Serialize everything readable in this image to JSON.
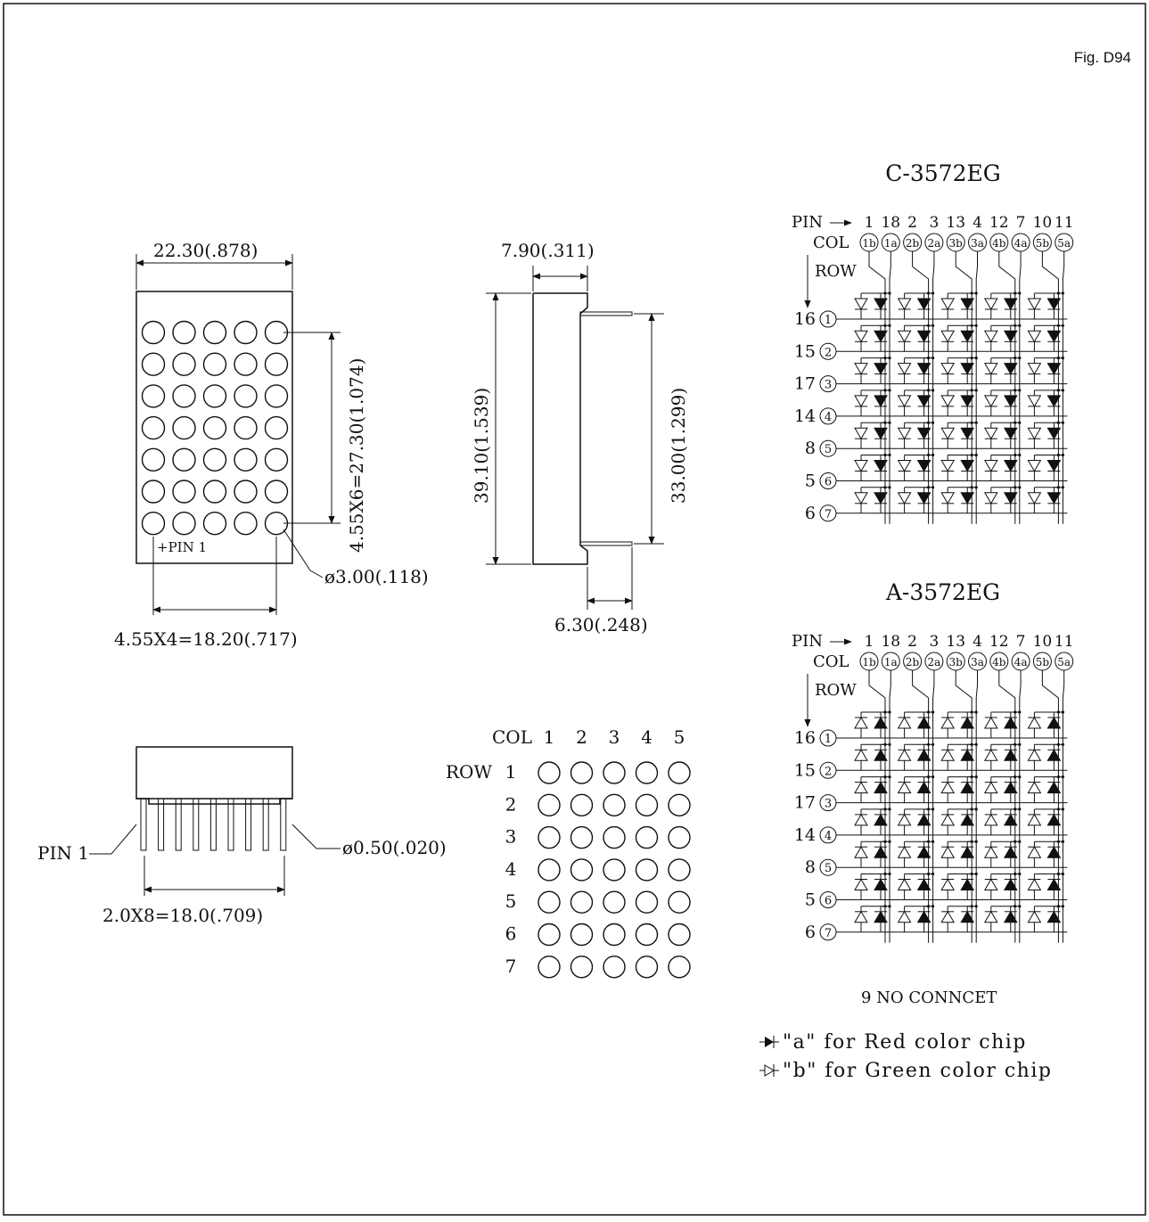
{
  "figure_label": "Fig. D94",
  "front_view": {
    "width_dim": "22.30(.878)",
    "height_dim": "4.55X6=27.30(1.074)",
    "pitch_dim": "4.55X4=18.20(.717)",
    "dot_dia": "ø3.00(.118)",
    "pin1_label": "+PIN 1"
  },
  "side_view": {
    "depth_dim": "7.90(.311)",
    "height_dim": "39.10(1.539)",
    "pin_span_dim": "33.00(1.299)",
    "pin_len_dim": "6.30(.248)"
  },
  "bottom_view": {
    "pin1_label": "PIN 1",
    "pin_dia": "ø0.50(.020)",
    "pitch_dim": "2.0X8=18.0(.709)"
  },
  "matrix": {
    "col_label": "COL",
    "row_label": "ROW",
    "cols": [
      "1",
      "2",
      "3",
      "4",
      "5"
    ],
    "rows": [
      "1",
      "2",
      "3",
      "4",
      "5",
      "6",
      "7"
    ]
  },
  "schematics": [
    {
      "title": "C-3572EG",
      "pin_label": "PIN",
      "col_label": "COL",
      "row_label": "ROW",
      "col_pins": [
        "1",
        "18",
        "2",
        "3",
        "13",
        "4",
        "12",
        "7",
        "10",
        "11"
      ],
      "col_names": [
        "1b",
        "1a",
        "2b",
        "2a",
        "3b",
        "3a",
        "4b",
        "4a",
        "5b",
        "5a"
      ],
      "row_pins": [
        "16",
        "15",
        "17",
        "14",
        "8",
        "5",
        "6"
      ],
      "row_nums": [
        "1",
        "2",
        "3",
        "4",
        "5",
        "6",
        "7"
      ]
    },
    {
      "title": "A-3572EG",
      "pin_label": "PIN",
      "col_label": "COL",
      "row_label": "ROW",
      "col_pins": [
        "1",
        "18",
        "2",
        "3",
        "13",
        "4",
        "12",
        "7",
        "10",
        "11"
      ],
      "col_names": [
        "1b",
        "1a",
        "2b",
        "2a",
        "3b",
        "3a",
        "4b",
        "4a",
        "5b",
        "5a"
      ],
      "row_pins": [
        "16",
        "15",
        "17",
        "14",
        "8",
        "5",
        "6"
      ],
      "row_nums": [
        "1",
        "2",
        "3",
        "4",
        "5",
        "6",
        "7"
      ]
    }
  ],
  "no_connect_note": "9 NO CONNCET",
  "legend": [
    {
      "symbol": "filled-diode",
      "text": "\"a\" for Red color chip"
    },
    {
      "symbol": "hollow-diode",
      "text": "\"b\" for Green color chip"
    }
  ]
}
